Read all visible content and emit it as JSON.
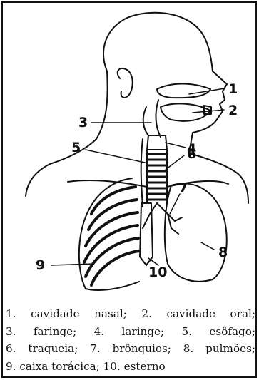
{
  "figure": {
    "labels": [
      "1",
      "2",
      "3",
      "4",
      "5",
      "6",
      "7",
      "8",
      "9",
      "10"
    ],
    "legend_lines": [
      "1.  cavidade nasal;  2.  cavidade oral;",
      "3.  faringe;  4.  laringe;  5.  esôfago;",
      "6. traqueia; 7. brônquios; 8. pulmões;",
      "9. caixa torácica; 10. esterno"
    ]
  }
}
